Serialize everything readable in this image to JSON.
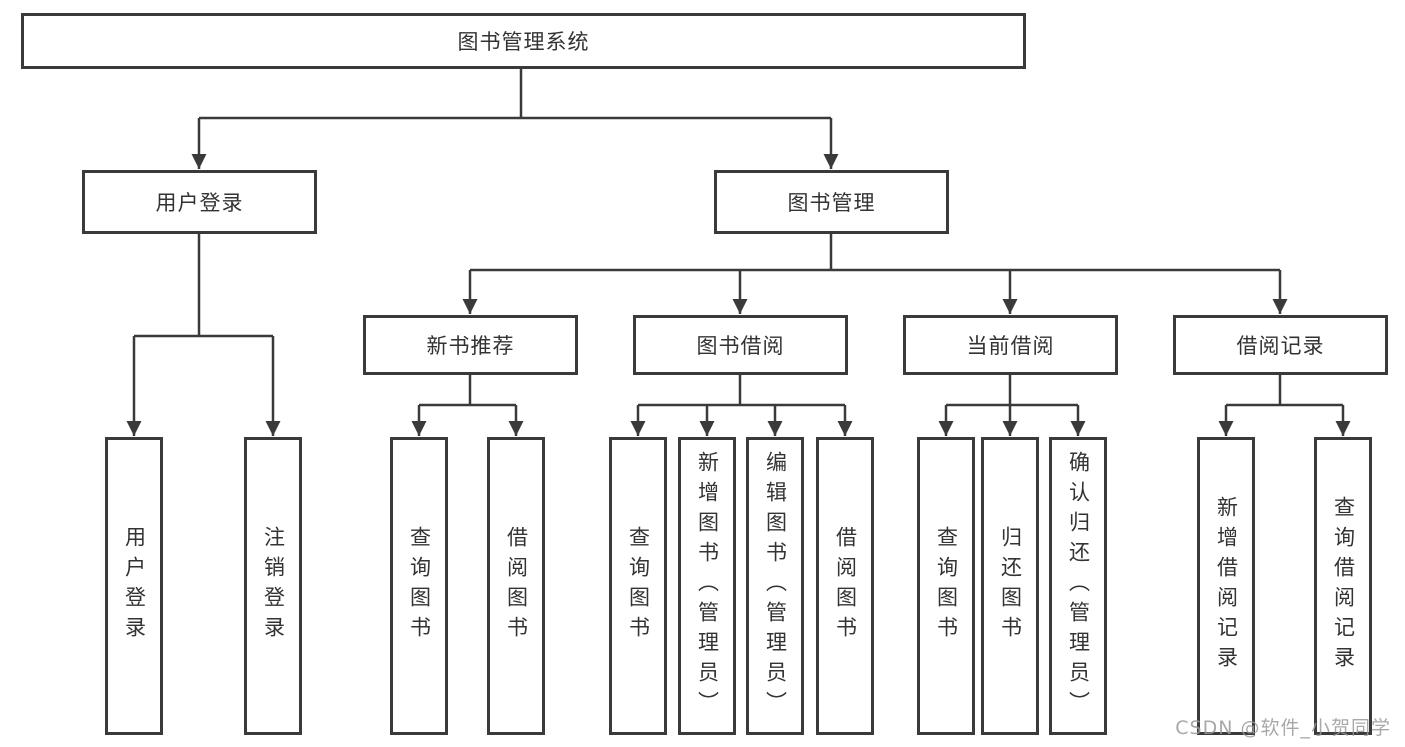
{
  "tree": {
    "label": "图书管理系统",
    "children": [
      {
        "label": "用户登录",
        "children": [
          {
            "label": "用户登录"
          },
          {
            "label": "注销登录"
          }
        ]
      },
      {
        "label": "图书管理",
        "children": [
          {
            "label": "新书推荐",
            "children": [
              {
                "label": "查询图书"
              },
              {
                "label": "借阅图书"
              }
            ]
          },
          {
            "label": "图书借阅",
            "children": [
              {
                "label": "查询图书"
              },
              {
                "label": "新增图书（管理员）"
              },
              {
                "label": "编辑图书（管理员）"
              },
              {
                "label": "借阅图书"
              }
            ]
          },
          {
            "label": "当前借阅",
            "children": [
              {
                "label": "查询图书"
              },
              {
                "label": "归还图书"
              },
              {
                "label": "确认归还（管理员）"
              }
            ]
          },
          {
            "label": "借阅记录",
            "children": [
              {
                "label": "新增借阅记录"
              },
              {
                "label": "查询借阅记录"
              }
            ]
          }
        ]
      }
    ]
  },
  "watermark": {
    "text": "CSDN @软件_小贺同学"
  },
  "colors": {
    "line": "#3a3a3a",
    "text": "#333333",
    "background": "#ffffff",
    "watermark": "#9a9a9a"
  }
}
